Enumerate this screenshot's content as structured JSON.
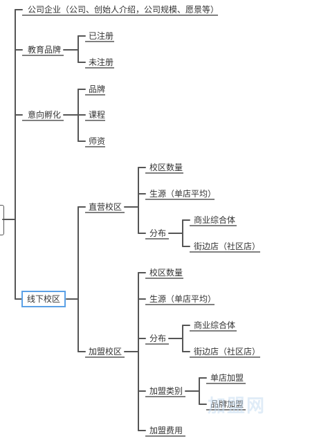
{
  "nodes": {
    "company": "公司企业（公司、创始人介绍，公司规模、愿景等）",
    "edu_brand": "教育品牌",
    "registered": "已注册",
    "unregistered": "未注册",
    "incubation": "意向孵化",
    "brand": "品牌",
    "course": "课程",
    "teacher": "师资",
    "offline": "线下校区",
    "direct": "直营校区",
    "d_count": "校区数量",
    "d_source": "生源（单店平均）",
    "d_dist": "分布",
    "d_mall": "商业综合体",
    "d_street": "街边店（社区店）",
    "franchise": "加盟校区",
    "f_count": "校区数量",
    "f_source": "生源（单店平均）",
    "f_dist": "分布",
    "f_mall": "商业综合体",
    "f_street": "街边店（社区店）",
    "f_type": "加盟类别",
    "f_single": "单店加盟",
    "f_brandjoin": "品牌加盟",
    "f_fee": "加盟费用"
  },
  "watermark": "加盟网"
}
